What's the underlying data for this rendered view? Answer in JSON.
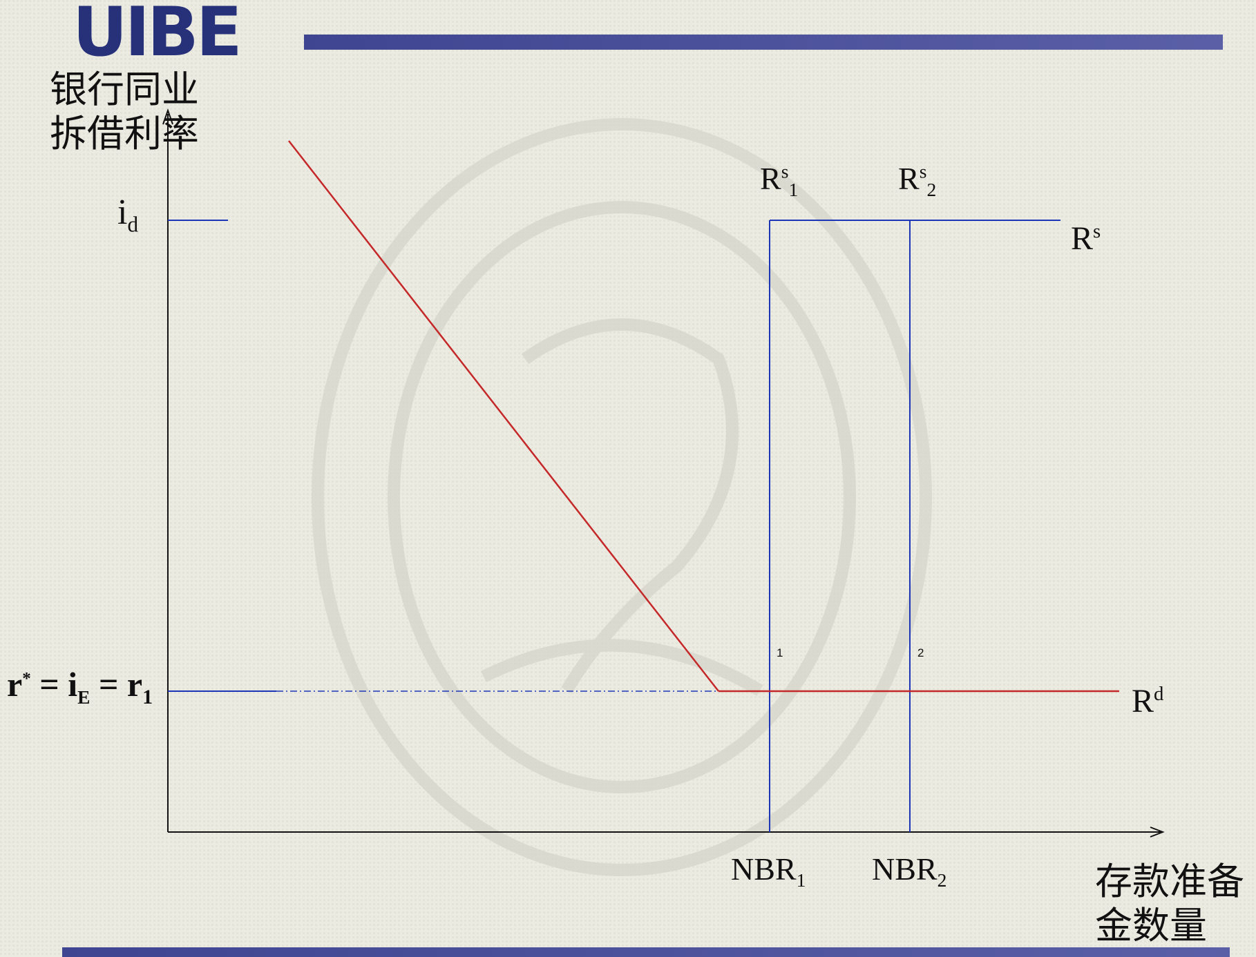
{
  "header": {
    "logo_text": "UIBE"
  },
  "diagram": {
    "y_axis_label": [
      "银行同业",
      "拆借利率"
    ],
    "x_axis_label": [
      "存款准备",
      "金数量"
    ],
    "rate_labels": {
      "i_d": {
        "main": "i",
        "sub": "d"
      },
      "equilibrium": "r* = iE = r1"
    },
    "supply_labels": {
      "rs1": {
        "main": "R",
        "sup": "s",
        "sub": "1"
      },
      "rs2": {
        "main": "R",
        "sup": "s",
        "sub": "2"
      },
      "rs": {
        "main": "R",
        "sup": "s"
      }
    },
    "demand_label": {
      "main": "R",
      "sup": "d"
    },
    "nbr_labels": {
      "nbr1": {
        "main": "NBR",
        "sub": "1"
      },
      "nbr2": {
        "main": "NBR",
        "sub": "2"
      }
    },
    "point_labels": [
      "1",
      "2"
    ],
    "colors": {
      "axis": "#111111",
      "supply": "#1c34b8",
      "demand": "#c42828",
      "banner": "#3f4591"
    }
  }
}
